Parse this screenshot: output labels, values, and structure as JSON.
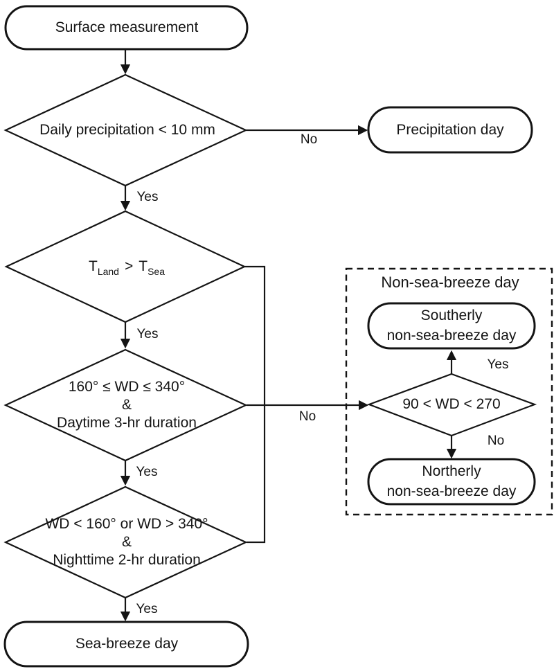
{
  "colors": {
    "ink": "#141414",
    "background": "#ffffff"
  },
  "nodes": {
    "start": {
      "label": "Surface measurement"
    },
    "precip_check": {
      "label": "Daily precipitation < 10 mm"
    },
    "precip_day": {
      "label": "Precipitation day"
    },
    "temp_check": {
      "t1": "T",
      "sub1": "Land",
      "op": ">",
      "t2": "T",
      "sub2": "Sea"
    },
    "daytime_check": {
      "line1": "160° ≤ WD ≤ 340°",
      "line2": "&",
      "line3": "Daytime 3-hr duration"
    },
    "nighttime_check": {
      "line1": "WD < 160° or WD > 340°",
      "line2": "&",
      "line3": "Nighttime 2-hr duration"
    },
    "sea_breeze_day": {
      "label": "Sea-breeze day"
    },
    "group": {
      "title": "Non-sea-breeze day"
    },
    "wd_check": {
      "label": "90 < WD < 270"
    },
    "southerly": {
      "line1": "Southerly",
      "line2": "non-sea-breeze day"
    },
    "northerly": {
      "line1": "Northerly",
      "line2": "non-sea-breeze day"
    }
  },
  "edge_labels": {
    "no1": "No",
    "yes1": "Yes",
    "yes2": "Yes",
    "no2": "No",
    "yes3": "Yes",
    "yes4": "Yes",
    "wd_yes": "Yes",
    "wd_no": "No"
  }
}
